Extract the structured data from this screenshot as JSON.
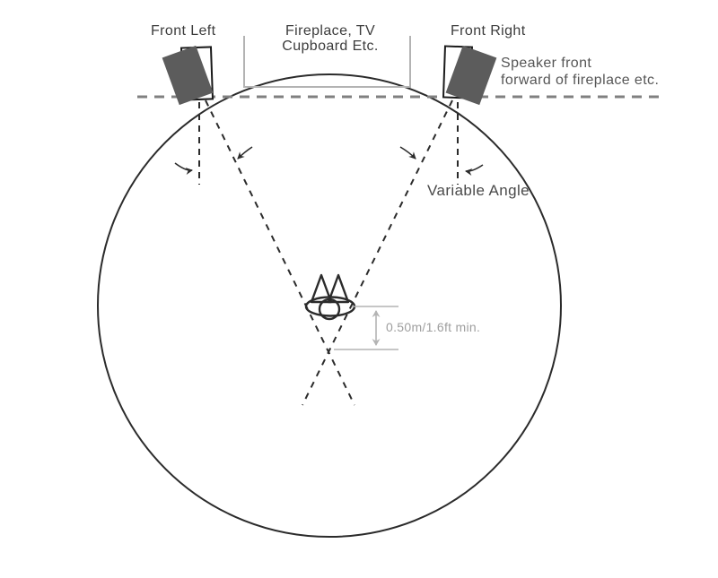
{
  "diagram": {
    "title_context": "speaker placement diagram",
    "labels": {
      "front_left": "Front Left",
      "fireplace_line1": "Fireplace, TV",
      "fireplace_line2": "Cupboard Etc.",
      "front_right": "Front Right",
      "speaker_front_line1": "Speaker front",
      "speaker_front_line2": "forward of fireplace etc.",
      "variable_angle": "Variable Angle",
      "min_distance": "0.50m/1.6ft min."
    },
    "icons": {
      "front_left_speaker": "speaker-icon",
      "front_right_speaker": "speaker-icon",
      "listener": "listener-head-icon",
      "toe_in_arrows": "curved-arrow-icon",
      "distance_arrow": "double-arrow-icon"
    },
    "colors": {
      "line_dark": "#2b2b2b",
      "speaker_fill": "#5c5c5c",
      "fireplace_gray": "#b3b3b3",
      "wall_dash_gray": "#808080",
      "measure_gray": "#b4b4b4",
      "label_dark": "#3c3c3c",
      "label_gray": "#565656",
      "measure_text_gray": "#9e9e9e"
    }
  }
}
